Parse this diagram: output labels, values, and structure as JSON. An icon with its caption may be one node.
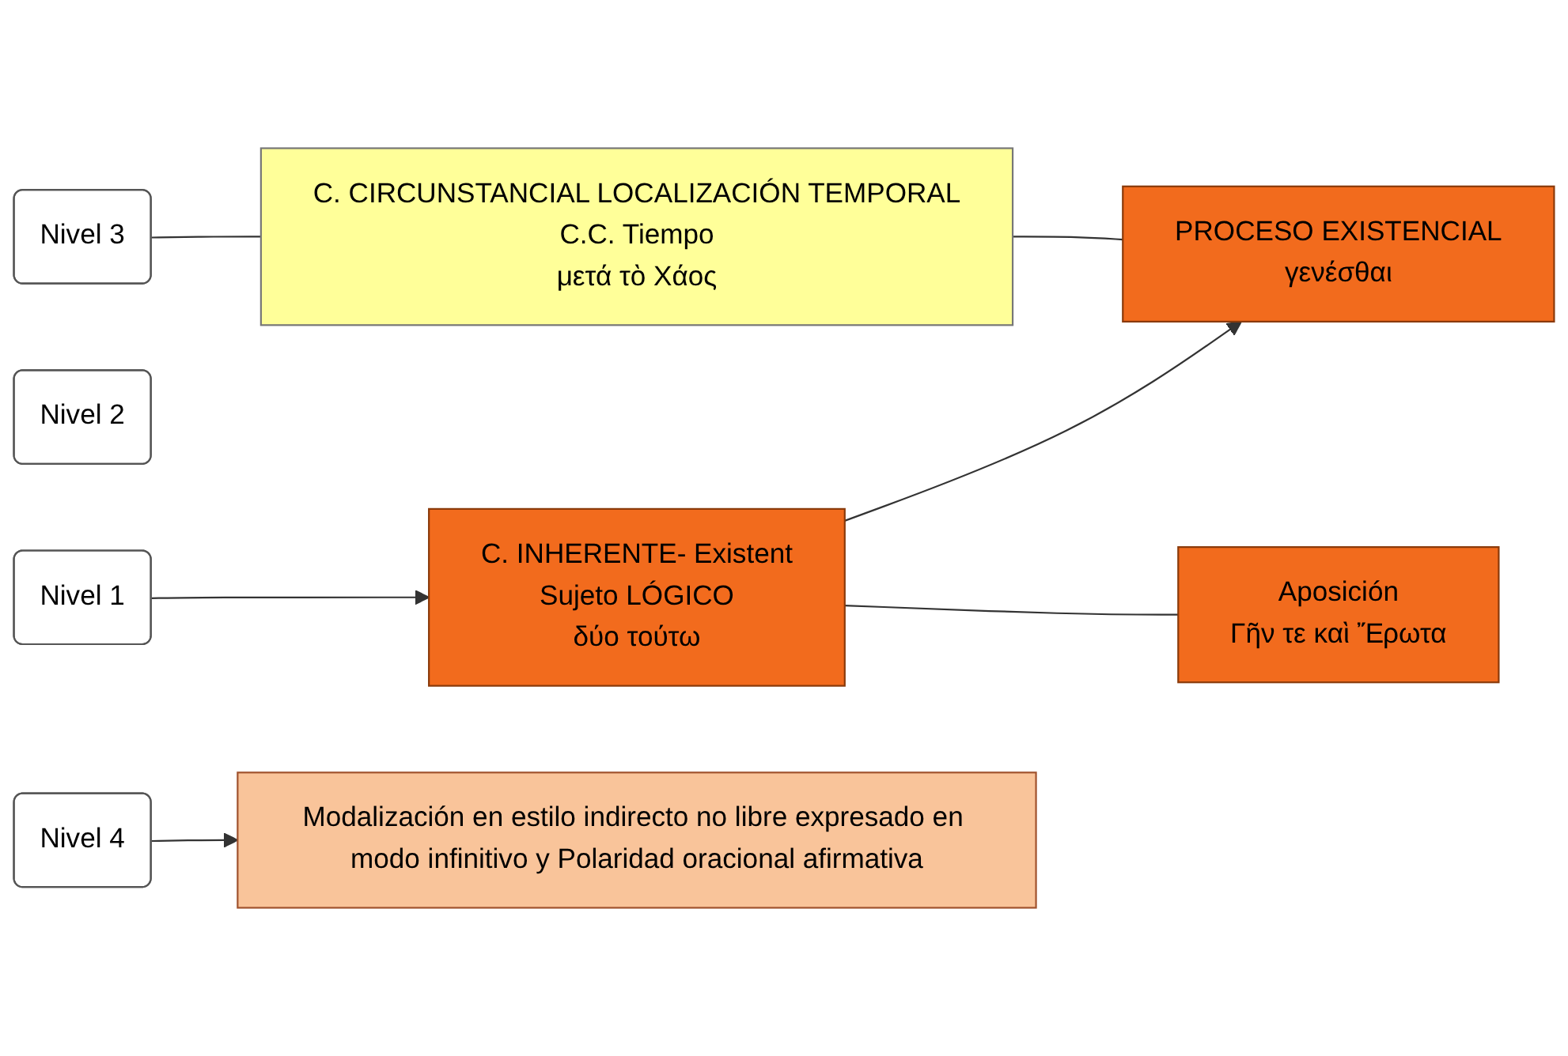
{
  "diagram": {
    "nodes": [
      {
        "text": [
          "Nivel 1"
        ]
      },
      {
        "text": [
          "C. INHERENTE- Existent",
          "Sujeto LÓGICO",
          "δύο τούτω"
        ]
      },
      {
        "text": [
          "PROCESO EXISTENCIAL",
          "γενέσθαι"
        ]
      },
      {
        "text": [
          "Aposición",
          "Γῆν τε καὶ Ἔρωτα"
        ]
      },
      {
        "text": [
          "Nivel 2"
        ]
      },
      {
        "text": [
          "Nivel 3"
        ]
      },
      {
        "text": [
          "C. CIRCUNSTANCIAL LOCALIZACIÓN TEMPORAL",
          "C.C. Tiempo",
          "μετά τὸ Χάος"
        ]
      },
      {
        "text": [
          "Nivel 4"
        ]
      },
      {
        "text": [
          "Modalización en estilo indirecto no libre expresado en modo infinitivo y Polaridad oracional afirmativa"
        ]
      }
    ],
    "edges": [
      {
        "from": 0,
        "to": 1,
        "arrow": "to"
      },
      {
        "from": 1,
        "to": 2,
        "arrow": "to"
      },
      {
        "from": 1,
        "to": 3,
        "arrow": "none"
      },
      {
        "from": 6,
        "to": 2,
        "arrow": "none"
      },
      {
        "from": 5,
        "to": 6,
        "arrow": "none"
      },
      {
        "from": 7,
        "to": 8,
        "arrow": "to"
      }
    ]
  }
}
